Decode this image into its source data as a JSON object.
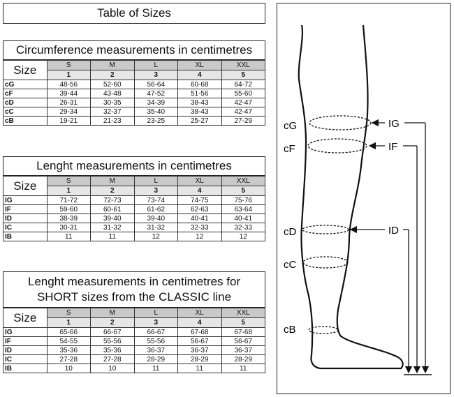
{
  "title": "Table of Sizes",
  "size_label": "Size",
  "size_columns": [
    "S",
    "M",
    "L",
    "XL",
    "XXL"
  ],
  "size_numbers": [
    "1",
    "2",
    "3",
    "4",
    "5"
  ],
  "tables": [
    {
      "heading": "Circumference measurements in centimetres",
      "rows": [
        {
          "label": "cG",
          "values": [
            "48-56",
            "52-60",
            "56-64",
            "60-68",
            "64-72"
          ]
        },
        {
          "label": "cF",
          "values": [
            "39-44",
            "43-48",
            "47-52",
            "51-56",
            "55-60"
          ]
        },
        {
          "label": "cD",
          "values": [
            "26-31",
            "30-35",
            "34-39",
            "38-43",
            "42-47"
          ]
        },
        {
          "label": "cC",
          "values": [
            "29-34",
            "32-37",
            "35-40",
            "38-43",
            "42-47"
          ]
        },
        {
          "label": "cB",
          "values": [
            "19-21",
            "21-23",
            "23-25",
            "25-27",
            "27-29"
          ]
        }
      ]
    },
    {
      "heading": "Lenght measurements in centimetres",
      "rows": [
        {
          "label": "IG",
          "values": [
            "71-72",
            "72-73",
            "73-74",
            "74-75",
            "75-76"
          ]
        },
        {
          "label": "IF",
          "values": [
            "59-60",
            "60-61",
            "61-62",
            "62-63",
            "63-64"
          ]
        },
        {
          "label": "ID",
          "values": [
            "38-39",
            "39-40",
            "39-40",
            "40-41",
            "40-41"
          ]
        },
        {
          "label": "IC",
          "values": [
            "30-31",
            "31-32",
            "31-32",
            "32-33",
            "32-33"
          ]
        },
        {
          "label": "IB",
          "values": [
            "11",
            "11",
            "12",
            "12",
            "12"
          ]
        }
      ]
    },
    {
      "heading_line1": "Lenght measurements in centimetres for",
      "heading_line2": "SHORT sizes from the CLASSIC line",
      "rows": [
        {
          "label": "IG",
          "values": [
            "65-66",
            "66-67",
            "66-67",
            "67-68",
            "67-68"
          ]
        },
        {
          "label": "IF",
          "values": [
            "54-55",
            "55-56",
            "55-56",
            "56-67",
            "56-67"
          ]
        },
        {
          "label": "ID",
          "values": [
            "35-36",
            "35-36",
            "36-37",
            "36-37",
            "36-37"
          ]
        },
        {
          "label": "IC",
          "values": [
            "27-28",
            "27-28",
            "28-29",
            "28-29",
            "28-29"
          ]
        },
        {
          "label": "IB",
          "values": [
            "10",
            "10",
            "11",
            "11",
            "11"
          ]
        }
      ]
    }
  ],
  "diagram": {
    "left_labels": [
      "cG",
      "cF",
      "cD",
      "cC",
      "cB"
    ],
    "right_labels": [
      "IG",
      "IF",
      "ID"
    ]
  }
}
